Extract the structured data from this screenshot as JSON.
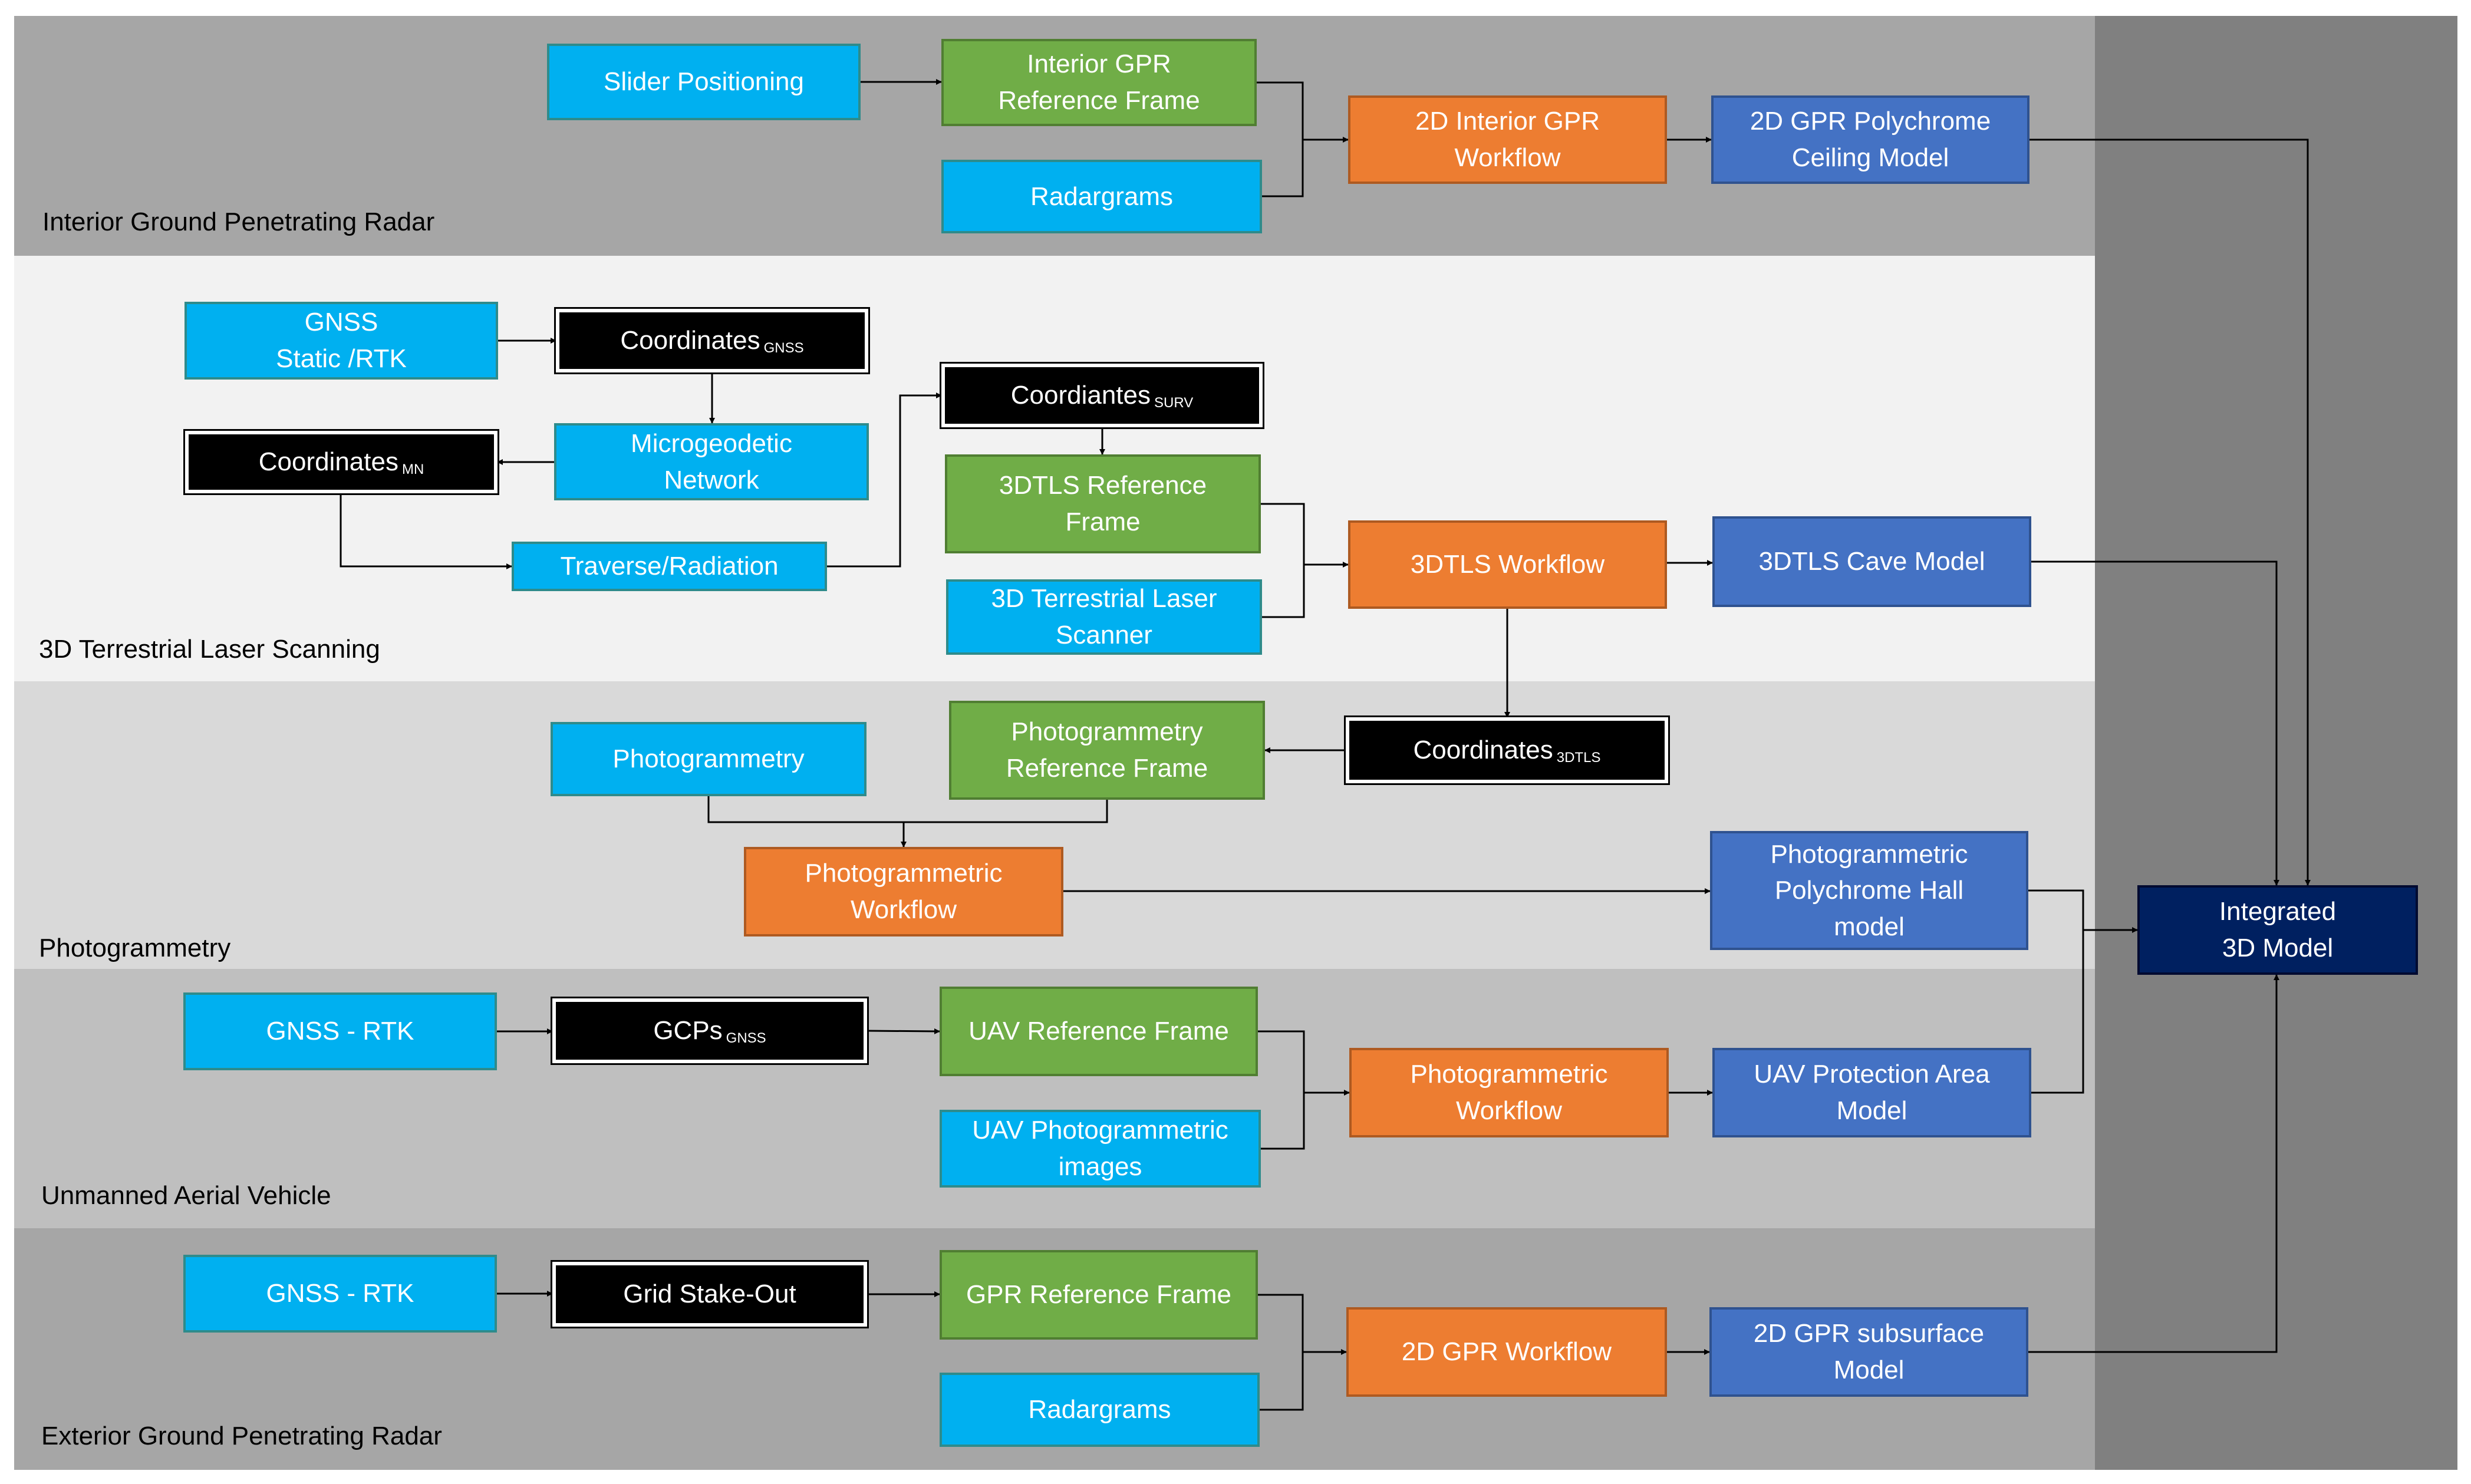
{
  "bands": {
    "igpr": "Interior Ground Penetrating Radar",
    "tls": "3D Terrestrial Laser Scanning",
    "photo": "Photogrammetry",
    "uav": "Unmanned Aerial Vehicle",
    "egpr": "Exterior Ground Penetrating Radar"
  },
  "nodes": {
    "slider_positioning": [
      "Slider Positioning"
    ],
    "interior_gpr_ref": [
      "Interior GPR",
      "Reference Frame"
    ],
    "radargrams_top": [
      "Radargrams"
    ],
    "wf_2d_interior_gpr": [
      "2D Interior GPR",
      "Workflow"
    ],
    "gpr_ceiling_model": [
      "2D GPR Polychrome",
      "Ceiling Model"
    ],
    "gnss_static_rtk": [
      "GNSS",
      "Static /RTK"
    ],
    "coord_gnss": {
      "main": "Coordinates",
      "sub": "GNSS"
    },
    "microgeodetic": [
      "Microgeodetic",
      "Network"
    ],
    "coord_mn": {
      "main": "Coordinates",
      "sub": "MN"
    },
    "traverse": [
      "Traverse/Radiation"
    ],
    "coord_surv": {
      "main": "Coordiantes",
      "sub": "SURV"
    },
    "tls_ref": [
      "3DTLS Reference",
      "Frame"
    ],
    "tls_scanner": [
      "3D Terrestrial Laser",
      "Scanner"
    ],
    "tls_workflow": [
      "3DTLS Workflow"
    ],
    "tls_cave_model": [
      "3DTLS Cave Model"
    ],
    "coord_3dtls": {
      "main": "Coordinates",
      "sub": "3DTLS"
    },
    "photogrammetry": [
      "Photogrammetry"
    ],
    "photo_ref": [
      "Photogrammetry",
      "Reference Frame"
    ],
    "photo_workflow": [
      "Photogrammetric",
      "Workflow"
    ],
    "photo_hall_model": [
      "Photogrammetric",
      "Polychrome Hall",
      "model"
    ],
    "gnss_rtk_uav": [
      "GNSS - RTK"
    ],
    "gcps": {
      "main": "GCPs",
      "sub": "GNSS"
    },
    "uav_ref": [
      "UAV Reference Frame"
    ],
    "uav_images": [
      "UAV Photogrammetric",
      "images"
    ],
    "uav_workflow": [
      "Photogrammetric",
      "Workflow"
    ],
    "uav_model": [
      "UAV Protection Area",
      "Model"
    ],
    "gnss_rtk_ext": [
      "GNSS - RTK"
    ],
    "grid_stakeout": [
      "Grid Stake-Out"
    ],
    "gpr_ref": [
      "GPR Reference Frame"
    ],
    "radargrams_bottom": [
      "Radargrams"
    ],
    "gpr_workflow": [
      "2D GPR Workflow"
    ],
    "gpr_subsurface_model": [
      "2D GPR subsurface",
      "Model"
    ],
    "integrated_model": [
      "Integrated",
      "3D Model"
    ]
  },
  "edges": [
    [
      "slider_positioning",
      "interior_gpr_ref"
    ],
    [
      "interior_gpr_ref",
      "wf_2d_interior_gpr"
    ],
    [
      "radargrams_top",
      "wf_2d_interior_gpr"
    ],
    [
      "wf_2d_interior_gpr",
      "gpr_ceiling_model"
    ],
    [
      "gpr_ceiling_model",
      "integrated_model"
    ],
    [
      "gnss_static_rtk",
      "coord_gnss"
    ],
    [
      "coord_gnss",
      "microgeodetic"
    ],
    [
      "microgeodetic",
      "coord_mn"
    ],
    [
      "coord_mn",
      "traverse"
    ],
    [
      "traverse",
      "coord_surv"
    ],
    [
      "coord_surv",
      "tls_ref"
    ],
    [
      "tls_ref",
      "tls_workflow"
    ],
    [
      "tls_scanner",
      "tls_workflow"
    ],
    [
      "tls_workflow",
      "tls_cave_model"
    ],
    [
      "tls_workflow",
      "coord_3dtls"
    ],
    [
      "tls_cave_model",
      "integrated_model"
    ],
    [
      "coord_3dtls",
      "photo_ref"
    ],
    [
      "photogrammetry",
      "photo_workflow"
    ],
    [
      "photo_ref",
      "photo_workflow"
    ],
    [
      "photo_workflow",
      "photo_hall_model"
    ],
    [
      "photo_hall_model",
      "integrated_model"
    ],
    [
      "gnss_rtk_uav",
      "gcps"
    ],
    [
      "gcps",
      "uav_ref"
    ],
    [
      "uav_ref",
      "uav_workflow"
    ],
    [
      "uav_images",
      "uav_workflow"
    ],
    [
      "uav_workflow",
      "uav_model"
    ],
    [
      "uav_model",
      "integrated_model"
    ],
    [
      "gnss_rtk_ext",
      "grid_stakeout"
    ],
    [
      "grid_stakeout",
      "gpr_ref"
    ],
    [
      "gpr_ref",
      "gpr_workflow"
    ],
    [
      "radargrams_bottom",
      "gpr_workflow"
    ],
    [
      "gpr_workflow",
      "gpr_subsurface_model"
    ],
    [
      "gpr_subsurface_model",
      "integrated_model"
    ]
  ],
  "colors": {
    "input": "#00b0f0",
    "reference_frame": "#70ad47",
    "workflow": "#ed7d31",
    "model": "#4472c4",
    "coordinates": "#000000",
    "integrated": "#002060"
  }
}
